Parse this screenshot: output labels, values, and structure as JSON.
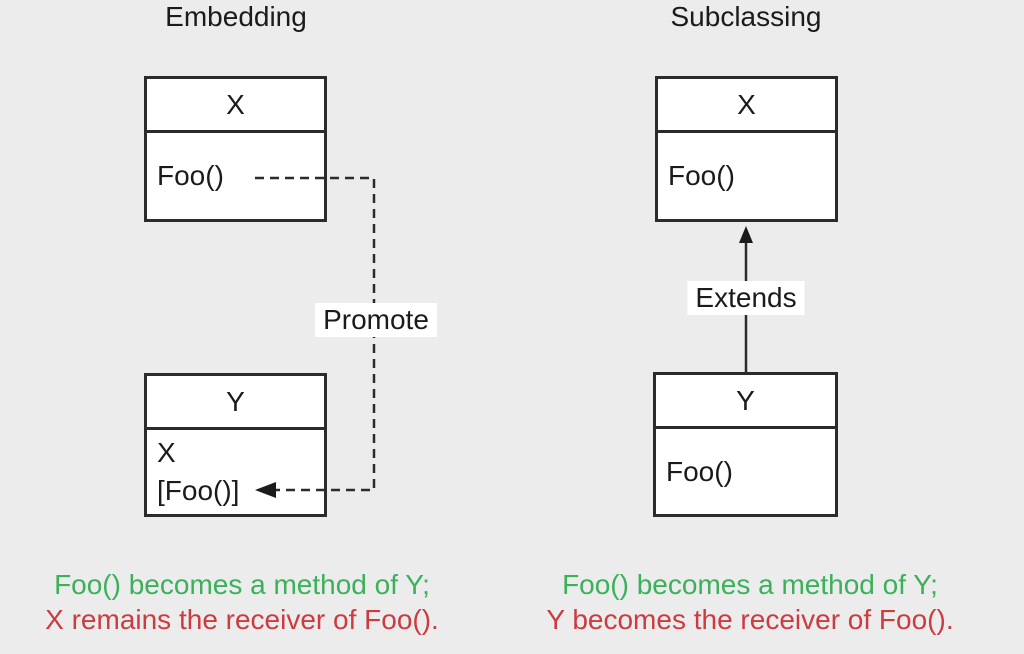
{
  "colors": {
    "background": "#ececec",
    "box_fill": "#ffffff",
    "line": "#2b2b2b",
    "green": "#3cb05a",
    "red": "#cc3b40",
    "text": "#1b1b1b"
  },
  "left_panel": {
    "title": "Embedding",
    "box_x": {
      "name": "X",
      "methods": [
        "Foo()"
      ]
    },
    "box_y": {
      "name": "Y",
      "methods": [
        "X",
        "[Foo()]"
      ]
    },
    "connector_label": "Promote",
    "caption_green": "Foo() becomes a method of Y;",
    "caption_red": "X remains the receiver of Foo()."
  },
  "right_panel": {
    "title": "Subclassing",
    "box_x": {
      "name": "X",
      "methods": [
        "Foo()"
      ]
    },
    "box_y": {
      "name": "Y",
      "methods": [
        "Foo()"
      ]
    },
    "connector_label": "Extends",
    "caption_green": "Foo() becomes a method of Y;",
    "caption_red": "Y becomes the receiver of Foo()."
  }
}
